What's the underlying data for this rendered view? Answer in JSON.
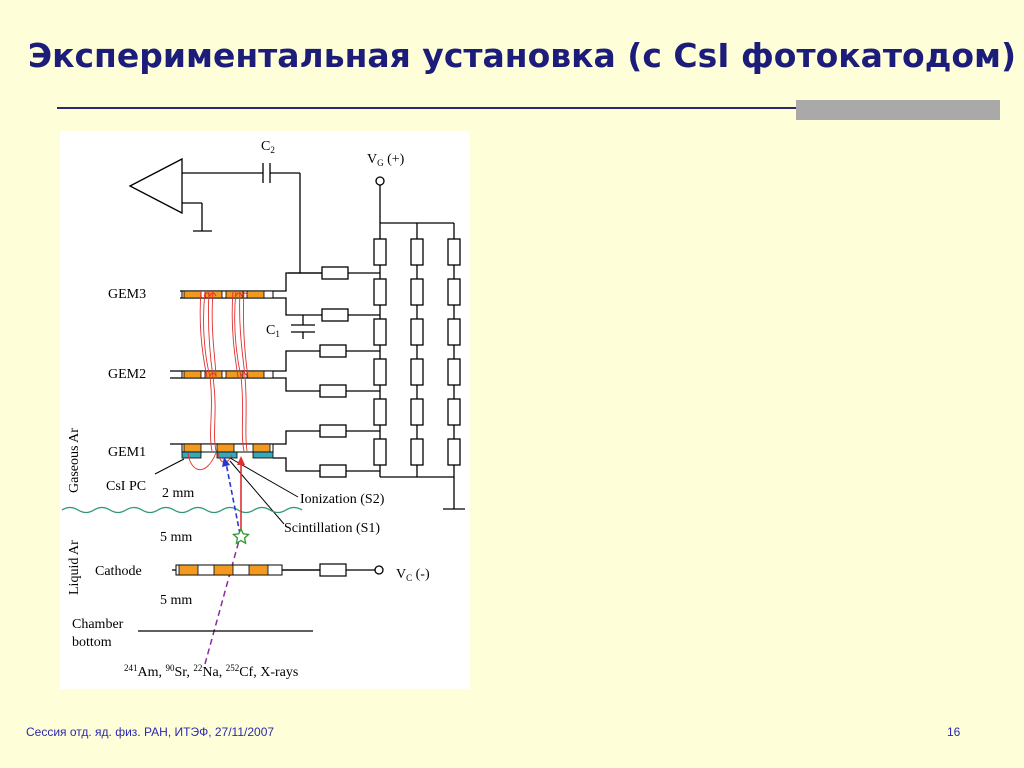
{
  "slide": {
    "title": "Экспериментальная установка (с CsI фотокатодом)",
    "footer_left": "Сессия отд. яд. физ. РАН, ИТЭФ, 27/11/2007",
    "page_number": "16"
  },
  "diagram": {
    "labels": {
      "c2": "C",
      "c2_sub": "2",
      "vg": "V",
      "vg_sub": "G",
      "vg_sign": " (+)",
      "gem3": "GEM3",
      "gem2": "GEM2",
      "gem1": "GEM1",
      "c1": "C",
      "c1_sub": "1",
      "csi_pc": "CsI PC",
      "gaseous_ar": "Gaseous Ar",
      "liquid_ar": "Liquid Ar",
      "gap_top": "2 mm",
      "gap_mid": "5 mm",
      "gap_bottom": "5 mm",
      "ionization": "Ionization (S2)",
      "scintillation": "Scintillation (S1)",
      "cathode": "Cathode",
      "vc": "V",
      "vc_sub": "C",
      "vc_sign": " (-)",
      "chamber_bottom_1": "Chamber",
      "chamber_bottom_2": "bottom",
      "src_am_mass": "241",
      "src_am": "Am, ",
      "src_sr_mass": "90",
      "src_sr": "Sr, ",
      "src_na_mass": "22",
      "src_na": "Na, ",
      "src_cf_mass": "252",
      "src_cf": "Cf, X-rays"
    },
    "colors": {
      "gem_pad": "#f29a1f",
      "csi_layer": "#3aa6b8",
      "ionization_track": "#e03030",
      "scintillation_track": "#2a35d0",
      "source_beam": "#8a2aa0",
      "interface_wave": "#2a9a6a",
      "interaction_point": "#2a9a2a",
      "wire": "#000000"
    }
  }
}
